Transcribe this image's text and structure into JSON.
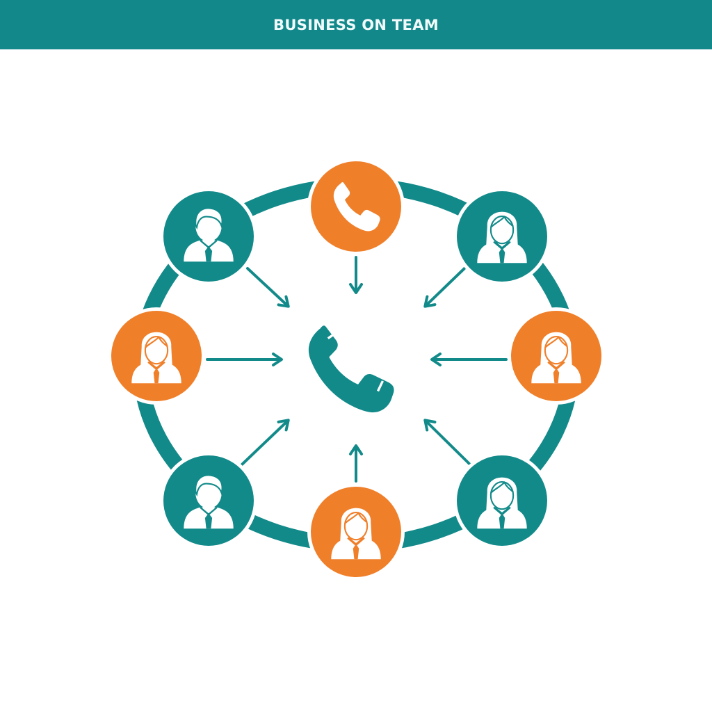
{
  "header": {
    "title": "BUSINESS ON TEAM"
  },
  "colors": {
    "teal": "#138a8a",
    "orange": "#f07f2a",
    "header_bg": "#12888a",
    "icon_fill": "#ffffff"
  },
  "diagram": {
    "center": {
      "icon": "phone-handset-icon",
      "color": "teal"
    },
    "nodes": [
      {
        "id": "top",
        "icon": "phone-icon",
        "color": "orange",
        "arrow": "down"
      },
      {
        "id": "top-right",
        "icon": "woman-avatar-icon",
        "color": "teal",
        "arrow": "down-left"
      },
      {
        "id": "right",
        "icon": "woman-avatar-icon",
        "color": "orange",
        "arrow": "left"
      },
      {
        "id": "bottom-right",
        "icon": "woman-avatar-icon",
        "color": "teal",
        "arrow": "up-left"
      },
      {
        "id": "bottom",
        "icon": "woman-avatar-icon",
        "color": "orange",
        "arrow": "up"
      },
      {
        "id": "bottom-left",
        "icon": "man-avatar-icon",
        "color": "teal",
        "arrow": "up-right"
      },
      {
        "id": "left",
        "icon": "woman-avatar-icon",
        "color": "orange",
        "arrow": "right"
      },
      {
        "id": "top-left",
        "icon": "man-avatar-icon",
        "color": "teal",
        "arrow": "down-right"
      }
    ]
  }
}
